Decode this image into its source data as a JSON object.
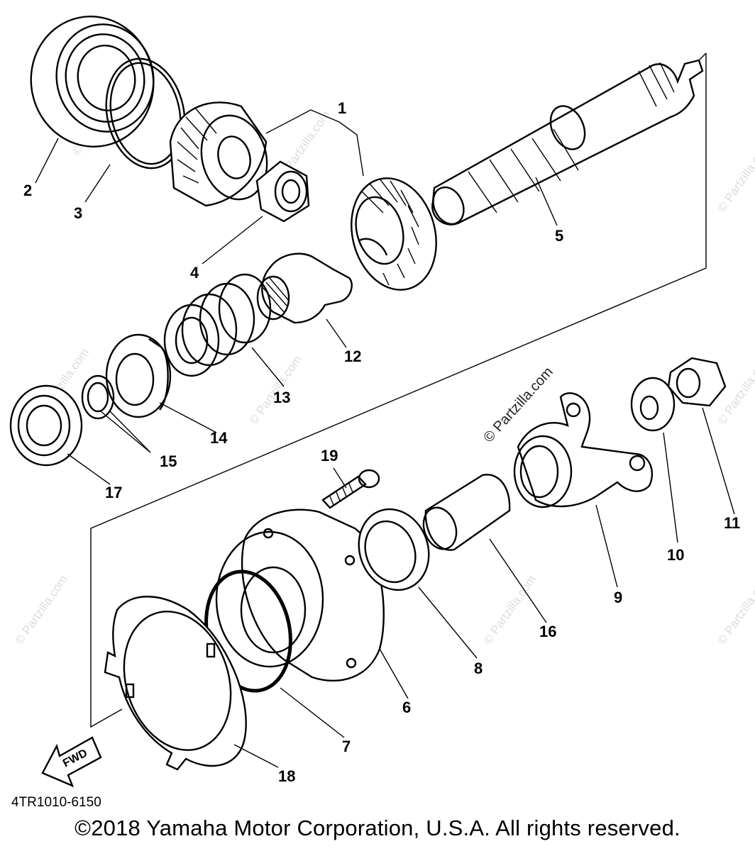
{
  "diagram": {
    "callouts": [
      {
        "id": "c1",
        "label": "1"
      },
      {
        "id": "c2",
        "label": "2"
      },
      {
        "id": "c3",
        "label": "3"
      },
      {
        "id": "c4",
        "label": "4"
      },
      {
        "id": "c5",
        "label": "5"
      },
      {
        "id": "c6",
        "label": "6"
      },
      {
        "id": "c7",
        "label": "7"
      },
      {
        "id": "c8",
        "label": "8"
      },
      {
        "id": "c9",
        "label": "9"
      },
      {
        "id": "c10",
        "label": "10"
      },
      {
        "id": "c11",
        "label": "11"
      },
      {
        "id": "c12",
        "label": "12"
      },
      {
        "id": "c13",
        "label": "13"
      },
      {
        "id": "c14",
        "label": "14"
      },
      {
        "id": "c15",
        "label": "15"
      },
      {
        "id": "c16",
        "label": "16"
      },
      {
        "id": "c17",
        "label": "17"
      },
      {
        "id": "c18",
        "label": "18"
      },
      {
        "id": "c19",
        "label": "19"
      }
    ],
    "fwd_label": "FWD",
    "watermark": "© Partzilla.com",
    "diagram_code": "4TR1010-6150",
    "copyright": "©2018 Yamaha Motor Corporation, U.S.A. All rights reserved."
  }
}
